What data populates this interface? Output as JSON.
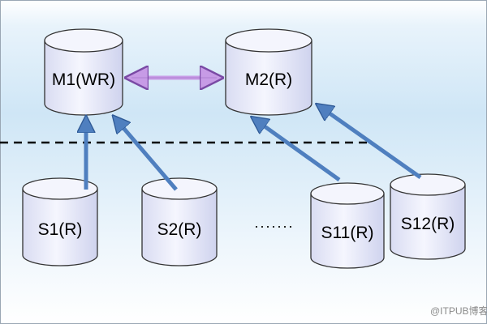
{
  "nodes": {
    "m1": "M1(WR)",
    "m2": "M2(R)",
    "s1": "S1(R)",
    "s2": "S2(R)",
    "s11": "S11(R)",
    "s12": "S12(R)"
  },
  "ellipsis": "·······",
  "watermark": "@ITPUB博客",
  "colors": {
    "bg_top": "#cfe6f6",
    "bg_bottom": "#ffffff",
    "cylinder_body": "#eef0fb",
    "cylinder_outline": "#333333",
    "arrow_blue": "#4f7fbf",
    "arrow_purple": "#c79be6",
    "divider": "#000000"
  },
  "icons": {
    "database": "cylinder",
    "replication": "arrow"
  }
}
